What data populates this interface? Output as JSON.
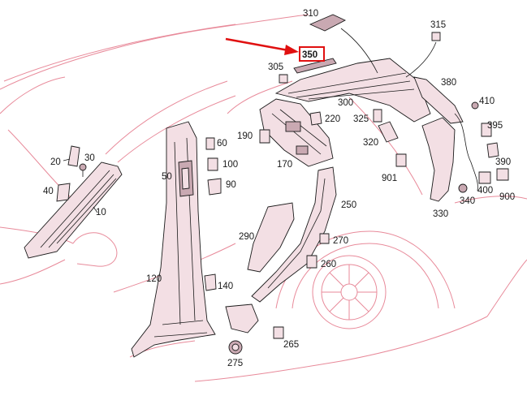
{
  "labels": {
    "310": "310",
    "315": "315",
    "350": "350",
    "305": "305",
    "380": "380",
    "410": "410",
    "300": "300",
    "220": "220",
    "325": "325",
    "395": "395",
    "190": "190",
    "60": "60",
    "20": "20",
    "30": "30",
    "320": "320",
    "390": "390",
    "170": "170",
    "100": "100",
    "50": "50",
    "901": "901",
    "400": "400",
    "900": "900",
    "90": "90",
    "40": "40",
    "340": "340",
    "250": "250",
    "10": "10",
    "330": "330",
    "290": "290",
    "270": "270",
    "260": "260",
    "120": "120",
    "140": "140",
    "265": "265",
    "275": "275"
  },
  "highlight": {
    "part": "350",
    "color": "#e01010"
  },
  "colors": {
    "car_outline": "#e88a9a",
    "part_fill": "#f3dfe4",
    "ink": "#1a1a1a"
  }
}
